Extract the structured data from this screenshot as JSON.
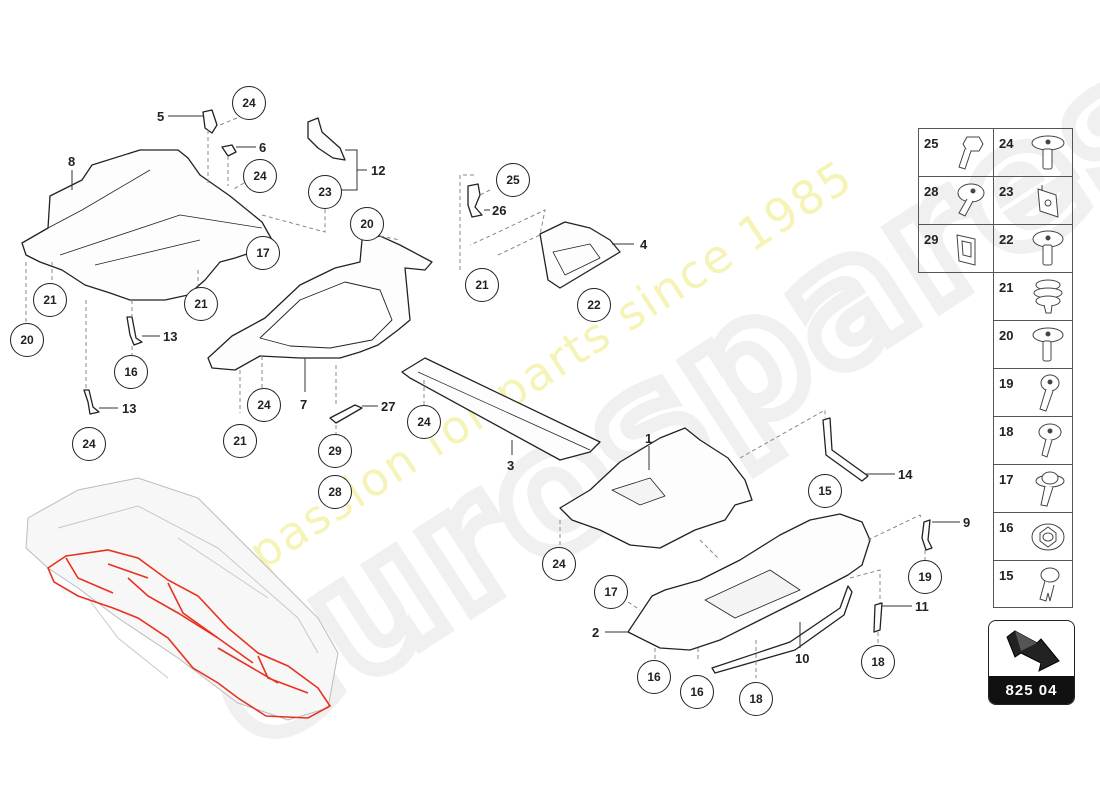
{
  "diagram": {
    "type": "exploded-parts-diagram",
    "subject": "Underbody trim panels / underside protection",
    "diagram_number": "825 04",
    "accent_color": "#e8321f",
    "line_color": "#222222",
    "watermark": {
      "logo_text": "eurospares",
      "tagline": "a passion for parts since 1985"
    }
  },
  "part_labels": [
    {
      "id": "1",
      "text": "1"
    },
    {
      "id": "2",
      "text": "2"
    },
    {
      "id": "3",
      "text": "3"
    },
    {
      "id": "4",
      "text": "4"
    },
    {
      "id": "5",
      "text": "5"
    },
    {
      "id": "6",
      "text": "6"
    },
    {
      "id": "7",
      "text": "7"
    },
    {
      "id": "8",
      "text": "8"
    },
    {
      "id": "9",
      "text": "9"
    },
    {
      "id": "10",
      "text": "10"
    },
    {
      "id": "11",
      "text": "11"
    },
    {
      "id": "12",
      "text": "12"
    },
    {
      "id": "13a",
      "text": "13"
    },
    {
      "id": "13b",
      "text": "13"
    },
    {
      "id": "14",
      "text": "14"
    },
    {
      "id": "26",
      "text": "26"
    },
    {
      "id": "27",
      "text": "27"
    }
  ],
  "callouts": [
    {
      "id": "c24-top",
      "text": "24"
    },
    {
      "id": "c24-b",
      "text": "24"
    },
    {
      "id": "c17-a",
      "text": "17"
    },
    {
      "id": "c21-a",
      "text": "21"
    },
    {
      "id": "c21-b",
      "text": "21"
    },
    {
      "id": "c20-a",
      "text": "20"
    },
    {
      "id": "c16-a",
      "text": "16"
    },
    {
      "id": "c24-c",
      "text": "24"
    },
    {
      "id": "c23",
      "text": "23"
    },
    {
      "id": "c20-b",
      "text": "20"
    },
    {
      "id": "c25",
      "text": "25"
    },
    {
      "id": "c21-c",
      "text": "21"
    },
    {
      "id": "c22",
      "text": "22"
    },
    {
      "id": "c24-d",
      "text": "24"
    },
    {
      "id": "c21-d",
      "text": "21"
    },
    {
      "id": "c29",
      "text": "29"
    },
    {
      "id": "c28",
      "text": "28"
    },
    {
      "id": "c24-e",
      "text": "24"
    },
    {
      "id": "c24-f",
      "text": "24"
    },
    {
      "id": "c15",
      "text": "15"
    },
    {
      "id": "c19",
      "text": "19"
    },
    {
      "id": "c17-b",
      "text": "17"
    },
    {
      "id": "c16-b",
      "text": "16"
    },
    {
      "id": "c16-c",
      "text": "16"
    },
    {
      "id": "c18-a",
      "text": "18"
    },
    {
      "id": "c18-b",
      "text": "18"
    }
  ],
  "fastener_legend": [
    {
      "number": "25",
      "icon": "hex-bolt-icon"
    },
    {
      "number": "24",
      "icon": "flat-head-screw-icon"
    },
    {
      "number": "28",
      "icon": "washer-head-screw-icon"
    },
    {
      "number": "23",
      "icon": "clip-nut-icon"
    },
    {
      "number": "29",
      "icon": "spring-clip-icon"
    },
    {
      "number": "22",
      "icon": "flat-head-screw-icon"
    },
    {
      "number": "21",
      "icon": "push-rivet-icon"
    },
    {
      "number": "20",
      "icon": "flat-head-screw-icon"
    },
    {
      "number": "19",
      "icon": "pan-head-screw-icon"
    },
    {
      "number": "18",
      "icon": "flange-screw-icon"
    },
    {
      "number": "17",
      "icon": "collar-screw-icon"
    },
    {
      "number": "16",
      "icon": "nut-washer-icon"
    },
    {
      "number": "15",
      "icon": "expansion-clip-icon"
    }
  ],
  "badge": {
    "icon": "direction-arrow-icon",
    "number": "825 04"
  }
}
